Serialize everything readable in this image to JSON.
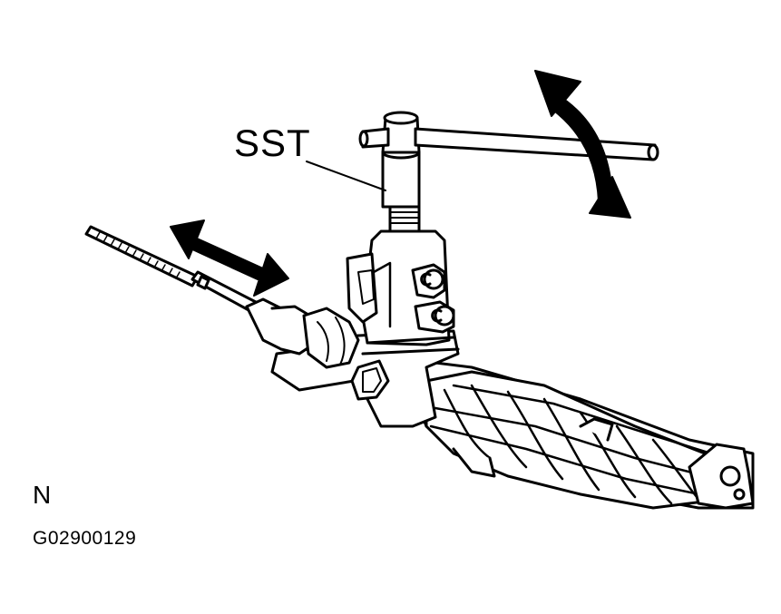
{
  "diagram": {
    "callouts": {
      "sst": "SST"
    },
    "view_marker": "N",
    "figure_id": "G02900129",
    "parts": [
      {
        "name": "special-service-tool",
        "label": "SST"
      },
      {
        "name": "tie-rod"
      },
      {
        "name": "steering-rack-housing"
      },
      {
        "name": "control-valve-housing"
      }
    ],
    "arrows": [
      {
        "name": "rotate-arrow",
        "kind": "curved-double-headed"
      },
      {
        "name": "slide-arrow",
        "kind": "straight-double-headed"
      }
    ],
    "colors": {
      "line": "#000000",
      "fill": "#ffffff"
    }
  }
}
